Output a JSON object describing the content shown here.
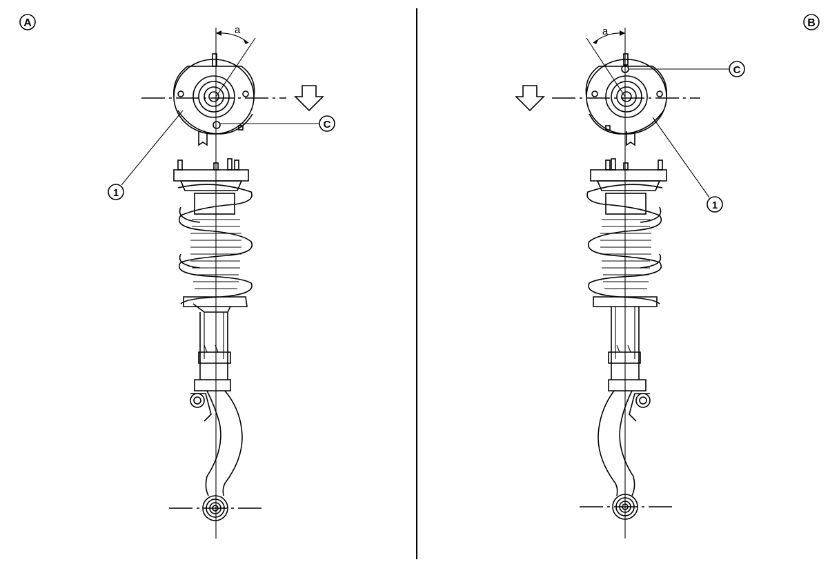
{
  "left_view": {
    "corner_label": "A",
    "angle_label": "a",
    "part_callout": "1",
    "mark_callout": "C"
  },
  "right_view": {
    "corner_label": "B",
    "angle_label": "a",
    "part_callout": "1",
    "mark_callout": "C"
  }
}
